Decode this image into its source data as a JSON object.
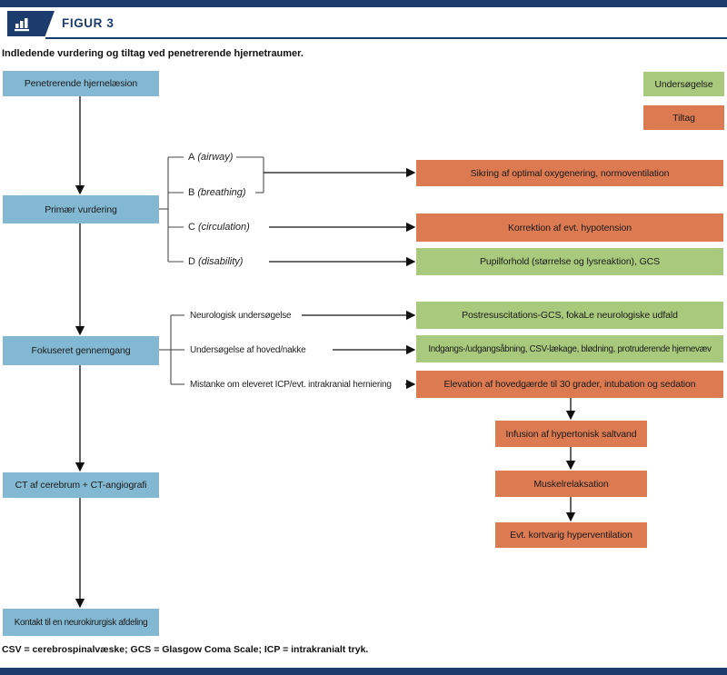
{
  "header": {
    "figure_label": "FIGUR 3",
    "subtitle": "Indledende vurdering og tiltag ved penetrerende hjernetraumer.",
    "badge_icon": "bar-chart-icon"
  },
  "colors": {
    "navy": "#1b3c6d",
    "blue": "#83b8d3",
    "orange": "#dc7a52",
    "green": "#a9ca7d"
  },
  "legend": {
    "undersogelse": "Undersøgelse",
    "tiltag": "Tiltag"
  },
  "flow": {
    "left_boxes": [
      {
        "label": "Penetrerende hjernelæsion"
      },
      {
        "label": "Primær vurdering"
      },
      {
        "label": "Fokuseret gennemgang"
      },
      {
        "label": "CT af cerebrum + CT-angiografi"
      },
      {
        "label": "Kontakt til en neurokirurgisk afdeling"
      }
    ],
    "abcd": [
      {
        "letter": "A",
        "term": "(airway)"
      },
      {
        "letter": "B",
        "term": "(breathing)"
      },
      {
        "letter": "C",
        "term": "(circulation)"
      },
      {
        "letter": "D",
        "term": "(disability)"
      }
    ],
    "focus_labels": [
      {
        "label": "Neurologisk undersøgelse"
      },
      {
        "label": "Undersøgelse af hoved/nakke"
      },
      {
        "label": "Mistanke om eleveret ICP/evt. intrakranial herniering"
      }
    ],
    "right_boxes": [
      {
        "label": "Sikring af optimal oxygenering, normoventilation",
        "type": "tiltag"
      },
      {
        "label": "Korrektion af evt. hypotension",
        "type": "tiltag"
      },
      {
        "label": "Pupilforhold (størrelse og lysreaktion), GCS",
        "type": "undersogelse"
      },
      {
        "label": "Postresuscitations-GCS, fokaLe neurologiske udfald",
        "type": "undersogelse"
      },
      {
        "label": "Indgangs-/udgangsåbning, CSV-lækage, blødning, protruderende hjernevæv",
        "type": "undersogelse"
      },
      {
        "label": "Elevation af hovedgærde til 30 grader, intubation og sedation",
        "type": "tiltag"
      },
      {
        "label": "Infusion af hypertonisk saltvand",
        "type": "tiltag"
      },
      {
        "label": "Muskelrelaksation",
        "type": "tiltag"
      },
      {
        "label": "Evt. kortvarig hyperventilation",
        "type": "tiltag"
      }
    ]
  },
  "footnote": "CSV = cerebrospinalvæske; GCS = Glasgow Coma Scale; ICP = intrakranialt tryk."
}
